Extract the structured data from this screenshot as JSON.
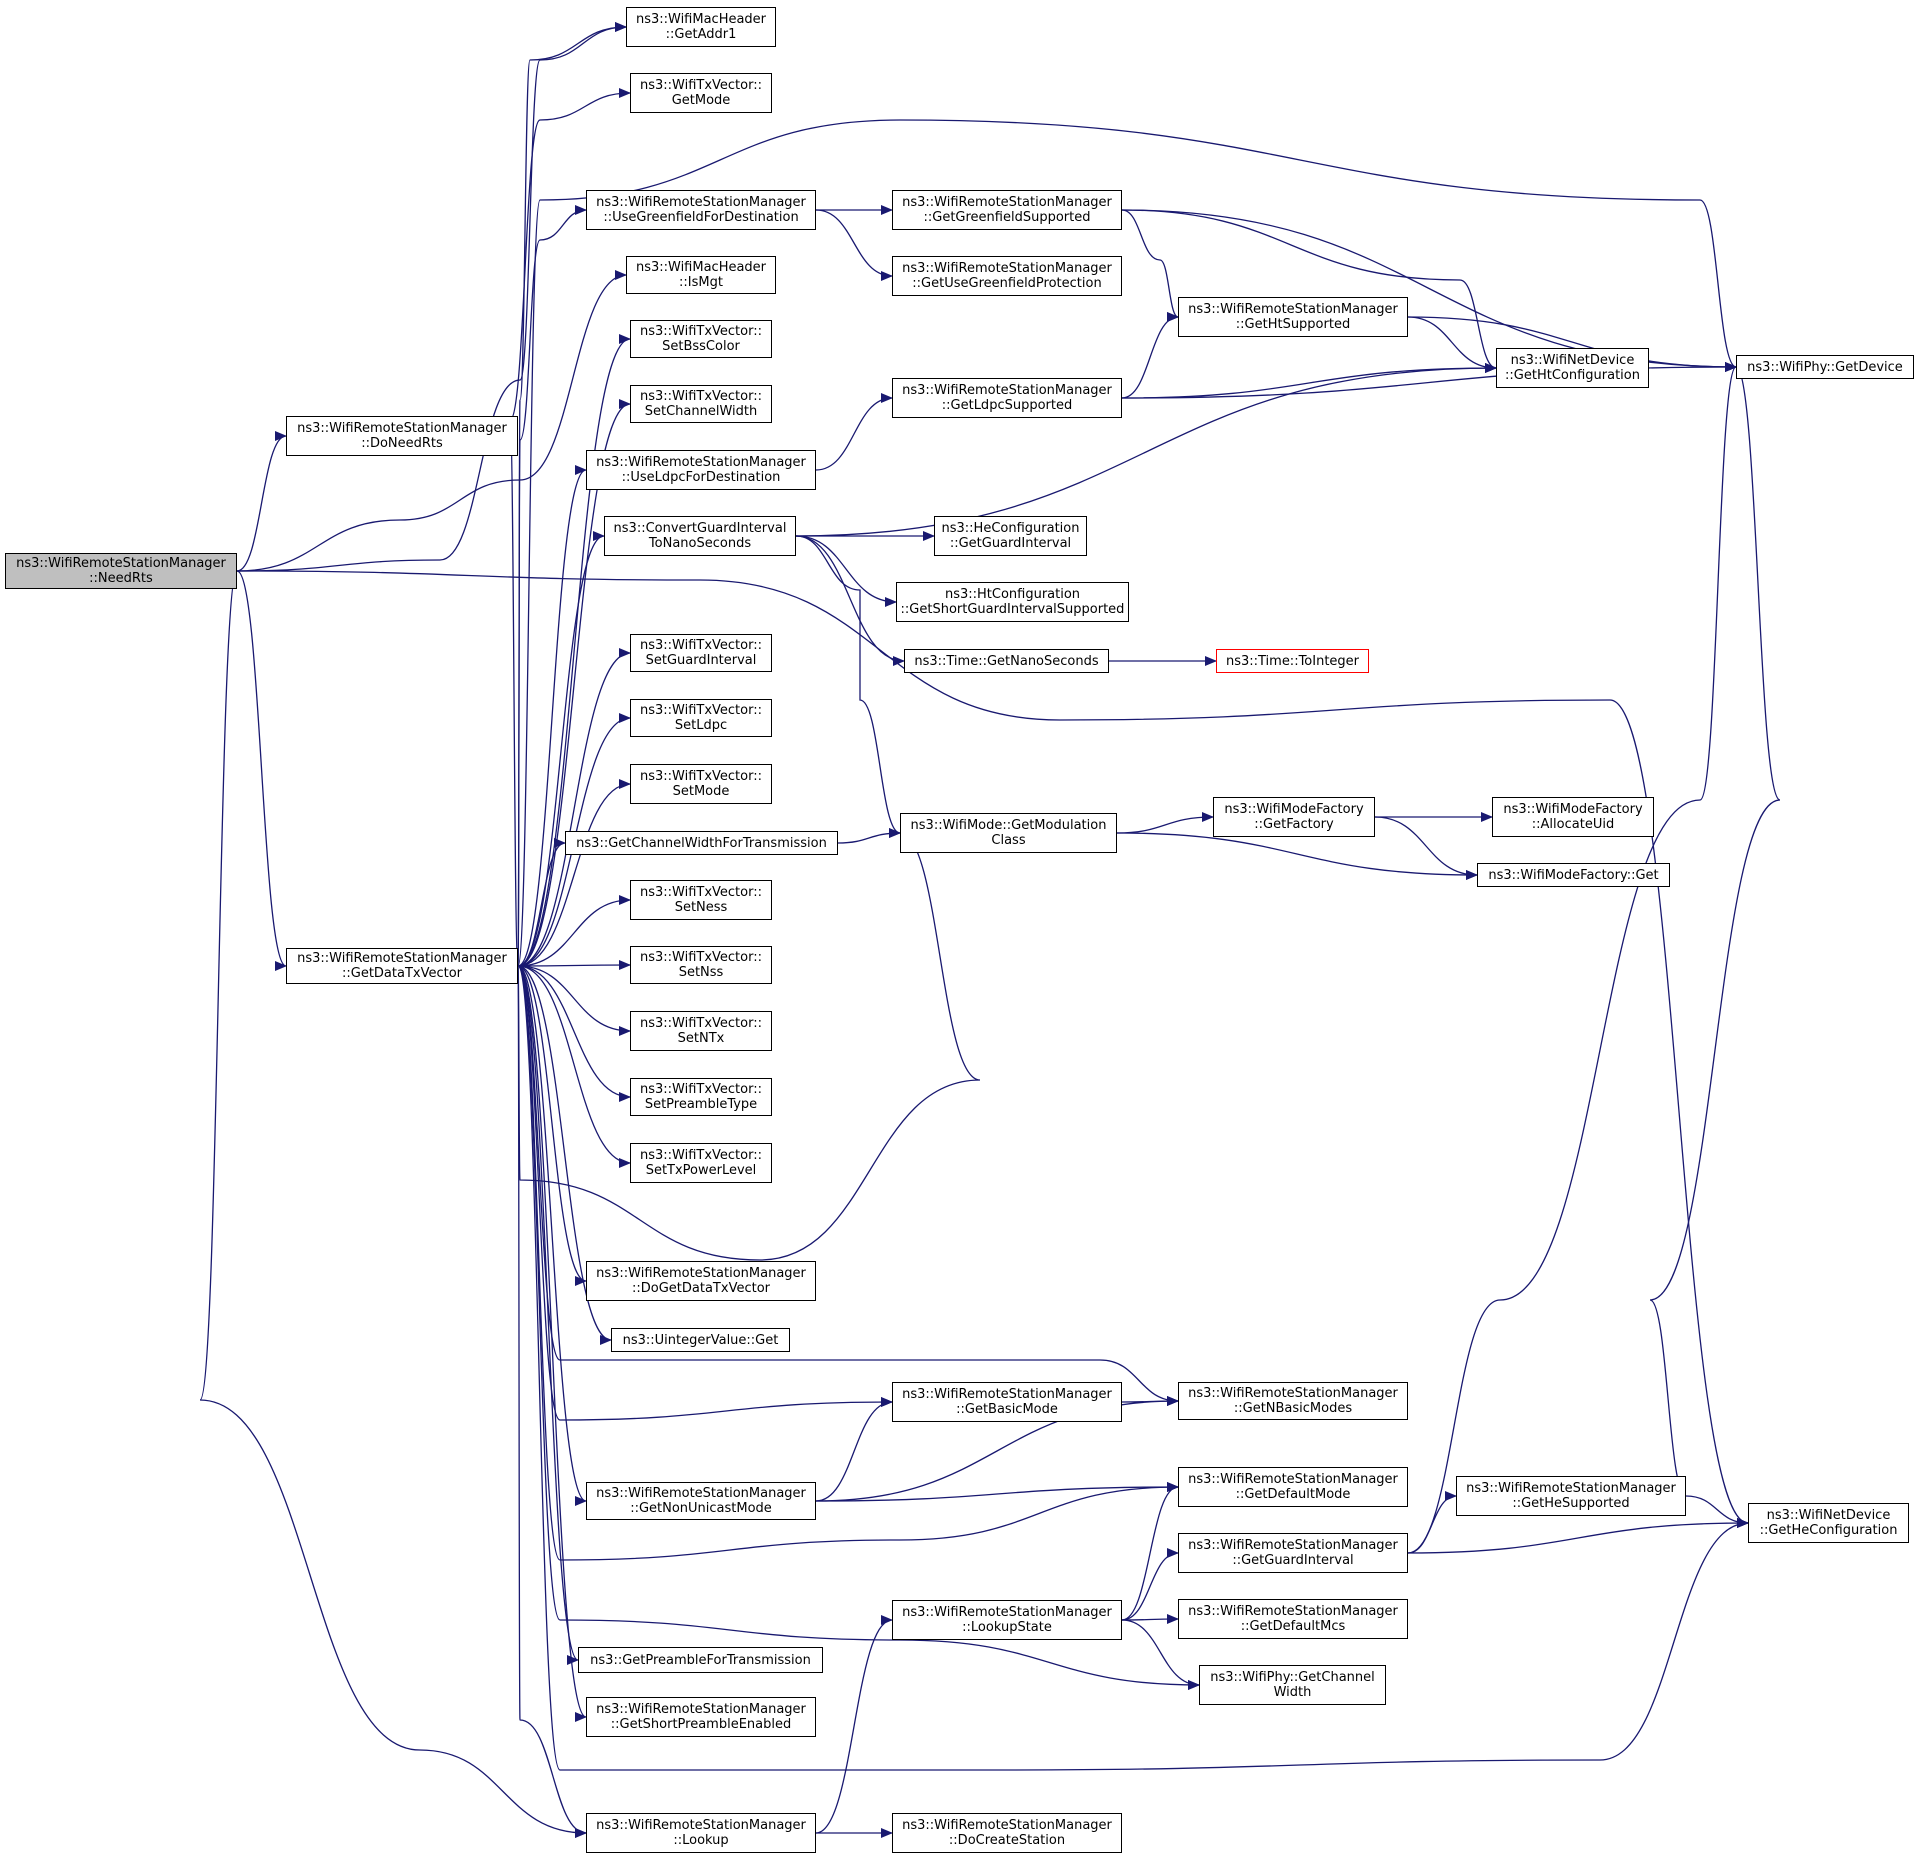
{
  "colors": {
    "edge": "#191970",
    "root_fill": "#bfbfbf",
    "truncated_border": "#ff0000",
    "node_border": "#000000",
    "background": "#ffffff"
  },
  "nodes": {
    "needrts": {
      "lines": [
        "ns3::WifiRemoteStationManager",
        "::NeedRts"
      ],
      "root": true
    },
    "doneedrts": {
      "lines": [
        "ns3::WifiRemoteStationManager",
        "::DoNeedRts"
      ]
    },
    "getdatatxvector": {
      "lines": [
        "ns3::WifiRemoteStationManager",
        "::GetDataTxVector"
      ]
    },
    "getaddr1": {
      "lines": [
        "ns3::WifiMacHeader",
        "::GetAddr1"
      ]
    },
    "getmode": {
      "lines": [
        "ns3::WifiTxVector::",
        "GetMode"
      ]
    },
    "usegreenfield": {
      "lines": [
        "ns3::WifiRemoteStationManager",
        "::UseGreenfieldForDestination"
      ]
    },
    "ismgt": {
      "lines": [
        "ns3::WifiMacHeader",
        "::IsMgt"
      ]
    },
    "setbsscolor": {
      "lines": [
        "ns3::WifiTxVector::",
        "SetBssColor"
      ]
    },
    "setchannelwidth": {
      "lines": [
        "ns3::WifiTxVector::",
        "SetChannelWidth"
      ]
    },
    "useldpc": {
      "lines": [
        "ns3::WifiRemoteStationManager",
        "::UseLdpcForDestination"
      ]
    },
    "convertgi": {
      "lines": [
        "ns3::ConvertGuardInterval",
        "ToNanoSeconds"
      ]
    },
    "setguardinterval": {
      "lines": [
        "ns3::WifiTxVector::",
        "SetGuardInterval"
      ]
    },
    "setldpc": {
      "lines": [
        "ns3::WifiTxVector::",
        "SetLdpc"
      ]
    },
    "setmode": {
      "lines": [
        "ns3::WifiTxVector::",
        "SetMode"
      ]
    },
    "getchwidthtx": {
      "lines": [
        "ns3::GetChannelWidthForTransmission"
      ]
    },
    "setness": {
      "lines": [
        "ns3::WifiTxVector::",
        "SetNess"
      ]
    },
    "setnss": {
      "lines": [
        "ns3::WifiTxVector::",
        "SetNss"
      ]
    },
    "setntx": {
      "lines": [
        "ns3::WifiTxVector::",
        "SetNTx"
      ]
    },
    "setpreambletype": {
      "lines": [
        "ns3::WifiTxVector::",
        "SetPreambleType"
      ]
    },
    "settxpowerlevel": {
      "lines": [
        "ns3::WifiTxVector::",
        "SetTxPowerLevel"
      ]
    },
    "dogetdatatxvector": {
      "lines": [
        "ns3::WifiRemoteStationManager",
        "::DoGetDataTxVector"
      ]
    },
    "uintegerget": {
      "lines": [
        "ns3::UintegerValue::Get"
      ]
    },
    "getnonunicastmode": {
      "lines": [
        "ns3::WifiRemoteStationManager",
        "::GetNonUnicastMode"
      ]
    },
    "getpreamblefortx": {
      "lines": [
        "ns3::GetPreambleForTransmission"
      ]
    },
    "getshortpreamble": {
      "lines": [
        "ns3::WifiRemoteStationManager",
        "::GetShortPreambleEnabled"
      ]
    },
    "lookup": {
      "lines": [
        "ns3::WifiRemoteStationManager",
        "::Lookup"
      ]
    },
    "getgreenfieldsupported": {
      "lines": [
        "ns3::WifiRemoteStationManager",
        "::GetGreenfieldSupported"
      ]
    },
    "getusegreenfieldprot": {
      "lines": [
        "ns3::WifiRemoteStationManager",
        "::GetUseGreenfieldProtection"
      ]
    },
    "getldpcsupported": {
      "lines": [
        "ns3::WifiRemoteStationManager",
        "::GetLdpcSupported"
      ]
    },
    "hecfg_getgi": {
      "lines": [
        "ns3::HeConfiguration",
        "::GetGuardInterval"
      ]
    },
    "htcfg_getsgi": {
      "lines": [
        "ns3::HtConfiguration",
        "::GetShortGuardIntervalSupported"
      ]
    },
    "time_getns": {
      "lines": [
        "ns3::Time::GetNanoSeconds"
      ]
    },
    "getmodclass": {
      "lines": [
        "ns3::WifiMode::GetModulation",
        "Class"
      ]
    },
    "getbasicmode": {
      "lines": [
        "ns3::WifiRemoteStationManager",
        "::GetBasicMode"
      ]
    },
    "lookupstate": {
      "lines": [
        "ns3::WifiRemoteStationManager",
        "::LookupState"
      ]
    },
    "docreatestation": {
      "lines": [
        "ns3::WifiRemoteStationManager",
        "::DoCreateStation"
      ]
    },
    "gethtsupported": {
      "lines": [
        "ns3::WifiRemoteStationManager",
        "::GetHtSupported"
      ]
    },
    "time_tointeger": {
      "lines": [
        "ns3::Time::ToInteger"
      ],
      "truncated": true
    },
    "getfactory": {
      "lines": [
        "ns3::WifiModeFactory",
        "::GetFactory"
      ]
    },
    "getnbasicmodes": {
      "lines": [
        "ns3::WifiRemoteStationManager",
        "::GetNBasicModes"
      ]
    },
    "getdefaultmode": {
      "lines": [
        "ns3::WifiRemoteStationManager",
        "::GetDefaultMode"
      ]
    },
    "getguardinterval": {
      "lines": [
        "ns3::WifiRemoteStationManager",
        "::GetGuardInterval"
      ]
    },
    "getdefaultmcs": {
      "lines": [
        "ns3::WifiRemoteStationManager",
        "::GetDefaultMcs"
      ]
    },
    "phy_getchwidth": {
      "lines": [
        "ns3::WifiPhy::GetChannel",
        "Width"
      ]
    },
    "gethtconfig": {
      "lines": [
        "ns3::WifiNetDevice",
        "::GetHtConfiguration"
      ]
    },
    "allocateuid": {
      "lines": [
        "ns3::WifiModeFactory",
        "::AllocateUid"
      ]
    },
    "factoryget": {
      "lines": [
        "ns3::WifiModeFactory::Get"
      ]
    },
    "gethesupported": {
      "lines": [
        "ns3::WifiRemoteStationManager",
        "::GetHeSupported"
      ]
    },
    "phy_getdevice": {
      "lines": [
        "ns3::WifiPhy::GetDevice"
      ]
    },
    "gethecfg": {
      "lines": [
        "ns3::WifiNetDevice",
        "::GetHeConfiguration"
      ]
    }
  },
  "edges": [
    [
      "needrts",
      "doneedrts"
    ],
    [
      "needrts",
      "getdatatxvector"
    ],
    [
      "needrts",
      "getaddr1"
    ],
    [
      "needrts",
      "ismgt"
    ],
    [
      "needrts",
      "gethecfg"
    ],
    [
      "needrts",
      "lookup"
    ],
    [
      "getdatatxvector",
      "getaddr1"
    ],
    [
      "getdatatxvector",
      "getmode"
    ],
    [
      "getdatatxvector",
      "phy_getdevice"
    ],
    [
      "getdatatxvector",
      "usegreenfield"
    ],
    [
      "getdatatxvector",
      "setbsscolor"
    ],
    [
      "getdatatxvector",
      "setchannelwidth"
    ],
    [
      "getdatatxvector",
      "useldpc"
    ],
    [
      "getdatatxvector",
      "convertgi"
    ],
    [
      "getdatatxvector",
      "setguardinterval"
    ],
    [
      "getdatatxvector",
      "setldpc"
    ],
    [
      "getdatatxvector",
      "setmode"
    ],
    [
      "getdatatxvector",
      "getchwidthtx"
    ],
    [
      "getdatatxvector",
      "setness"
    ],
    [
      "getdatatxvector",
      "setnss"
    ],
    [
      "getdatatxvector",
      "setntx"
    ],
    [
      "getdatatxvector",
      "setpreambletype"
    ],
    [
      "getdatatxvector",
      "settxpowerlevel"
    ],
    [
      "getdatatxvector",
      "getmodclass"
    ],
    [
      "getdatatxvector",
      "dogetdatatxvector"
    ],
    [
      "getdatatxvector",
      "uintegerget"
    ],
    [
      "getdatatxvector",
      "getnbasicmodes"
    ],
    [
      "getdatatxvector",
      "getbasicmode"
    ],
    [
      "getdatatxvector",
      "getnonunicastmode"
    ],
    [
      "getdatatxvector",
      "getdefaultmode"
    ],
    [
      "getdatatxvector",
      "phy_getchwidth"
    ],
    [
      "getdatatxvector",
      "getpreamblefortx"
    ],
    [
      "getdatatxvector",
      "getshortpreamble"
    ],
    [
      "getdatatxvector",
      "gethecfg"
    ],
    [
      "getdatatxvector",
      "lookup"
    ],
    [
      "usegreenfield",
      "getgreenfieldsupported"
    ],
    [
      "usegreenfield",
      "getusegreenfieldprot"
    ],
    [
      "getgreenfieldsupported",
      "phy_getdevice"
    ],
    [
      "getgreenfieldsupported",
      "gethtconfig"
    ],
    [
      "getgreenfieldsupported",
      "gethtsupported"
    ],
    [
      "gethtsupported",
      "phy_getdevice"
    ],
    [
      "gethtsupported",
      "gethtconfig"
    ],
    [
      "useldpc",
      "getldpcsupported"
    ],
    [
      "getldpcsupported",
      "gethtsupported"
    ],
    [
      "getldpcsupported",
      "gethtconfig"
    ],
    [
      "getldpcsupported",
      "phy_getdevice"
    ],
    [
      "convertgi",
      "gethtconfig"
    ],
    [
      "convertgi",
      "hecfg_getgi"
    ],
    [
      "convertgi",
      "htcfg_getsgi"
    ],
    [
      "convertgi",
      "time_getns"
    ],
    [
      "convertgi",
      "getmodclass"
    ],
    [
      "time_getns",
      "time_tointeger"
    ],
    [
      "getchwidthtx",
      "getmodclass"
    ],
    [
      "getmodclass",
      "getfactory"
    ],
    [
      "getmodclass",
      "factoryget"
    ],
    [
      "getfactory",
      "allocateuid"
    ],
    [
      "getfactory",
      "factoryget"
    ],
    [
      "getbasicmode",
      "getnbasicmodes"
    ],
    [
      "getnonunicastmode",
      "getbasicmode"
    ],
    [
      "getnonunicastmode",
      "getnbasicmodes"
    ],
    [
      "getnonunicastmode",
      "getdefaultmode"
    ],
    [
      "lookupstate",
      "getdefaultmode"
    ],
    [
      "lookupstate",
      "getguardinterval"
    ],
    [
      "lookupstate",
      "getdefaultmcs"
    ],
    [
      "lookupstate",
      "phy_getchwidth"
    ],
    [
      "getguardinterval",
      "gethesupported"
    ],
    [
      "getguardinterval",
      "gethecfg"
    ],
    [
      "getguardinterval",
      "phy_getdevice"
    ],
    [
      "gethesupported",
      "gethecfg"
    ],
    [
      "gethesupported",
      "phy_getdevice"
    ],
    [
      "lookup",
      "lookupstate"
    ],
    [
      "lookup",
      "docreatestation"
    ]
  ]
}
